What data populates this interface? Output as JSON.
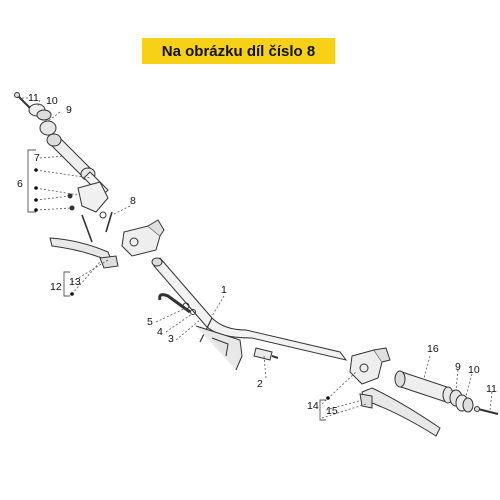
{
  "banner": {
    "text": "Na obrázku díl číslo 8"
  },
  "callouts": {
    "n11a": "11",
    "n10a": "10",
    "n9a": "9",
    "n7": "7",
    "n6": "6",
    "n8": "8",
    "n13": "13",
    "n12": "12",
    "n1": "1",
    "n5": "5",
    "n4": "4",
    "n3": "3",
    "n2": "2",
    "n16": "16",
    "n9b": "9",
    "n10b": "10",
    "n11b": "11",
    "n14": "14",
    "n15": "15"
  }
}
